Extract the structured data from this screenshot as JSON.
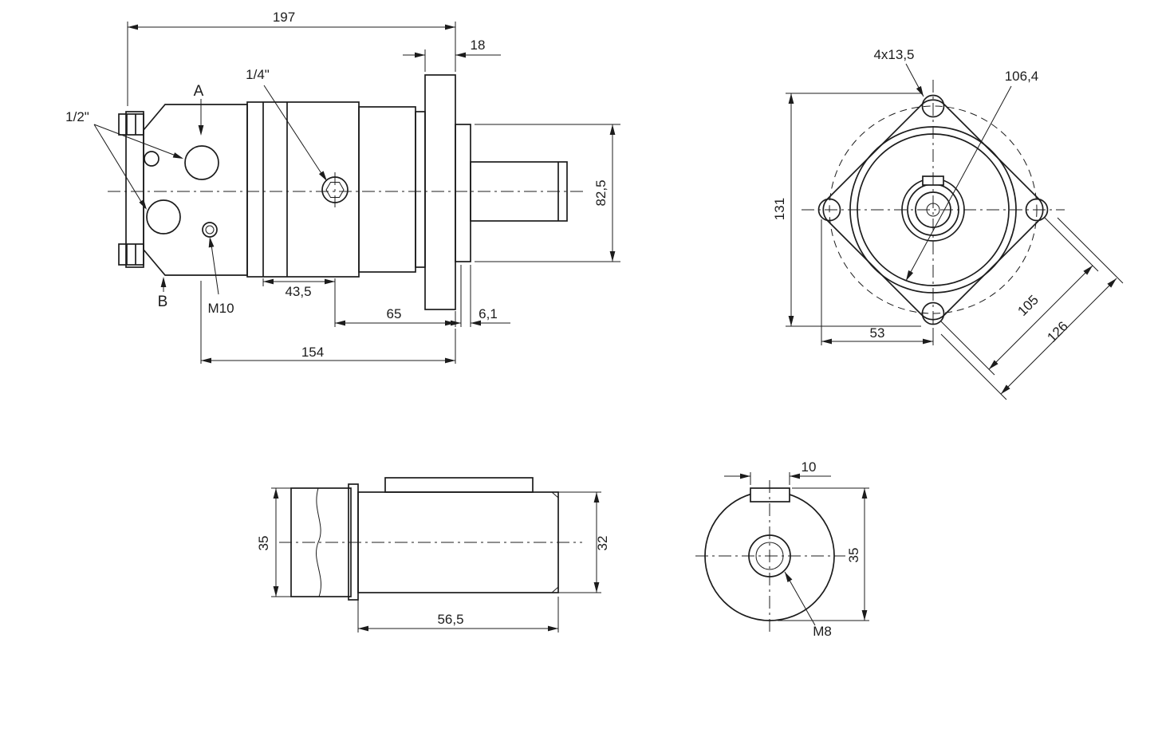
{
  "title": "Hydraulic motor dimensional drawing",
  "views": {
    "side": {
      "labels": {
        "len197": "197",
        "flange18": "18",
        "quarter": "1/4\"",
        "half": "1/2\"",
        "portA": "A",
        "portB": "B",
        "m10": "M10",
        "w435": "43,5",
        "l65": "65",
        "l61": "6,1",
        "l154": "154",
        "d825": "82,5"
      }
    },
    "flange": {
      "labels": {
        "holes": "4x13,5",
        "d1064": "106,4",
        "h131": "131",
        "b105": "105",
        "w126": "126",
        "o53": "53"
      }
    },
    "shaft": {
      "labels": {
        "d35": "35",
        "d32": "32",
        "l565": "56,5"
      }
    },
    "shaftEnd": {
      "labels": {
        "key10": "10",
        "d35": "35",
        "m8": "M8"
      }
    }
  },
  "colors": {
    "line": "#1c1c1c",
    "background": "#ffffff"
  }
}
